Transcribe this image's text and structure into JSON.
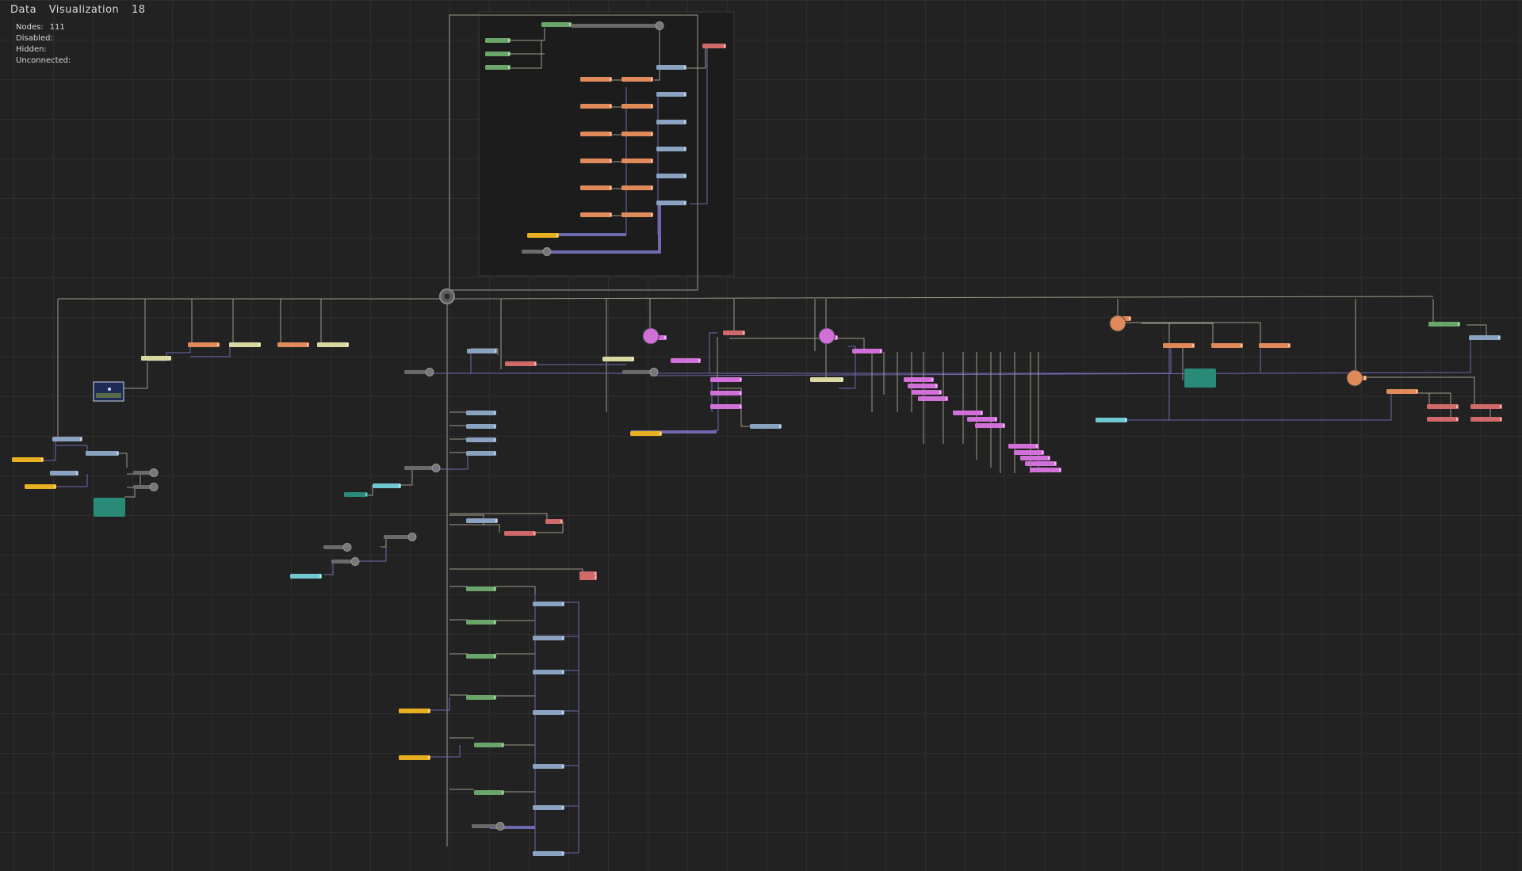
{
  "header": {
    "title": "Data",
    "title_word2": "Visualization",
    "version": "18"
  },
  "stats": [
    {
      "label": "Nodes:",
      "value": "111"
    },
    {
      "label": "Disabled:",
      "value": ""
    },
    {
      "label": "Hidden:",
      "value": ""
    },
    {
      "label": "Unconnected:",
      "value": ""
    }
  ],
  "colors": {
    "background": "#222222",
    "grid": "#2e2e2e",
    "wire_flow": "#6e6ab0",
    "wire_data": "#a09a8a",
    "node_green": "#6aa56a",
    "node_blue_gray": "#8aa3c2",
    "node_orange": "#e08a5a",
    "node_red": "#d06a6a",
    "node_yellow": "#e8b020",
    "node_pink": "#d070d8",
    "node_cream": "#d8d8a0",
    "node_teal": "#2a8a78",
    "node_cyan": "#70c8d0",
    "node_gray": "#6a6a6a"
  },
  "icons": {
    "hub": "gear-icon",
    "image_node": "image-preview-icon"
  }
}
